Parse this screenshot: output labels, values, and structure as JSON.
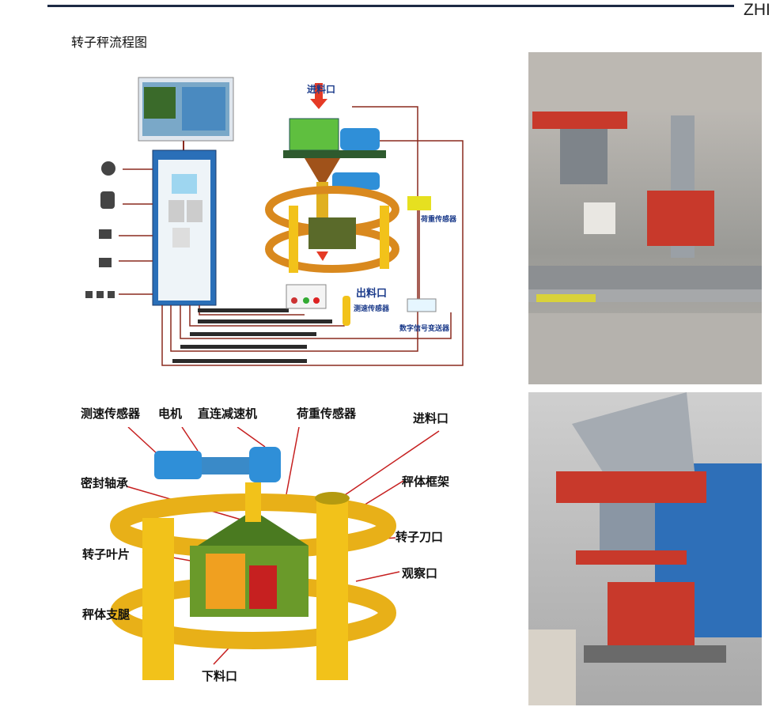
{
  "header": {
    "brand": "ZHI",
    "title": "转子秤流程图"
  },
  "flow_diagram": {
    "inlet": "进料口",
    "outlet": "出料口",
    "speed_sensor": "测速传感器",
    "load_sensor": "荷重传感器",
    "transmitter": "数字信号变送器"
  },
  "structure_diagram": {
    "labels": {
      "speed_sensor": "测速传感器",
      "motor": "电机",
      "reducer": "直连减速机",
      "load_sensor": "荷重传感器",
      "inlet": "进料口",
      "sealed_bearing": "密封轴承",
      "scale_frame": "秤体框架",
      "rotor_edge": "转子刀口",
      "rotor_blade": "转子叶片",
      "observation_port": "观察口",
      "scale_leg": "秤体支腿",
      "discharge": "下料口"
    }
  },
  "colors": {
    "wire": "#8a2a1e",
    "machine_yellow": "#f2c21a",
    "machine_orange": "#d9891e",
    "motor_blue": "#2f8fd8",
    "photo_red": "#c8392b"
  }
}
